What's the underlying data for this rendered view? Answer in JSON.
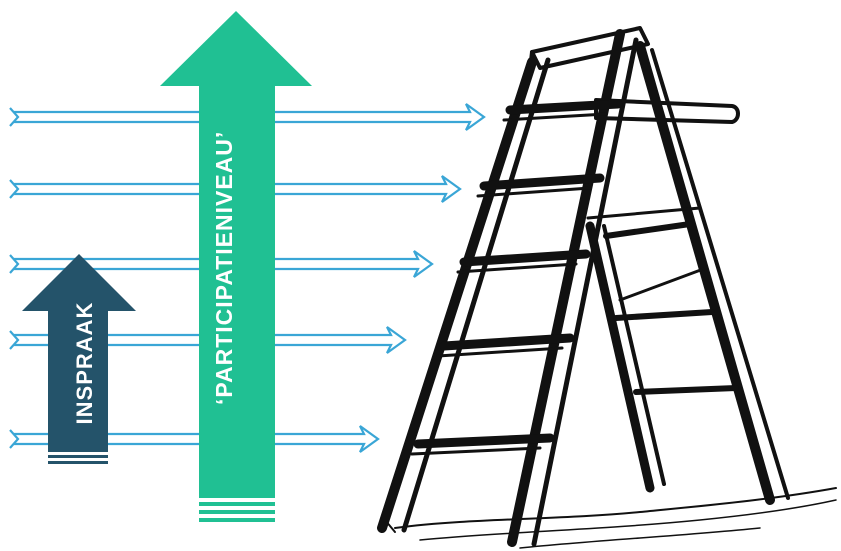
{
  "labels": {
    "inspraak": "INSPRAAK",
    "participatieniveau": "‘PARTICIPATIENIVEAU’"
  },
  "colors": {
    "arrow_lines": "#3aa6d6",
    "inspraak_arrow": "#24536a",
    "participatie_arrow": "#20c093",
    "ladder": "#111111"
  },
  "icons": [
    "ladder-illustration"
  ]
}
